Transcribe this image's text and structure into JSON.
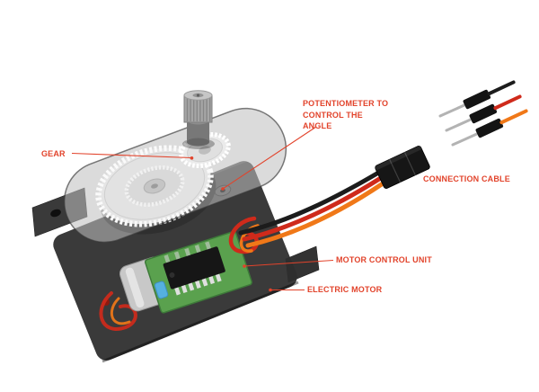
{
  "diagram": {
    "type": "servo-motor-cutaway",
    "labels": {
      "gear": "GEAR",
      "potentiometer": "POTENTIOMETER TO CONTROL THE ANGLE",
      "connection_cable": "CONNECTION CABLE",
      "motor_control_unit": "MOTOR CONTROL UNIT",
      "electric_motor": "ELECTRIC MOTOR"
    },
    "colors": {
      "label_text": "#e2432b",
      "leader_line": "#e2432b",
      "body": "#2e2e2e",
      "pcb": "#5aa14e",
      "chip": "#161616",
      "wire_black": "#1c1c1c",
      "wire_red": "#cf2a1b",
      "wire_orange": "#f07818",
      "bg": "#ffffff"
    }
  }
}
